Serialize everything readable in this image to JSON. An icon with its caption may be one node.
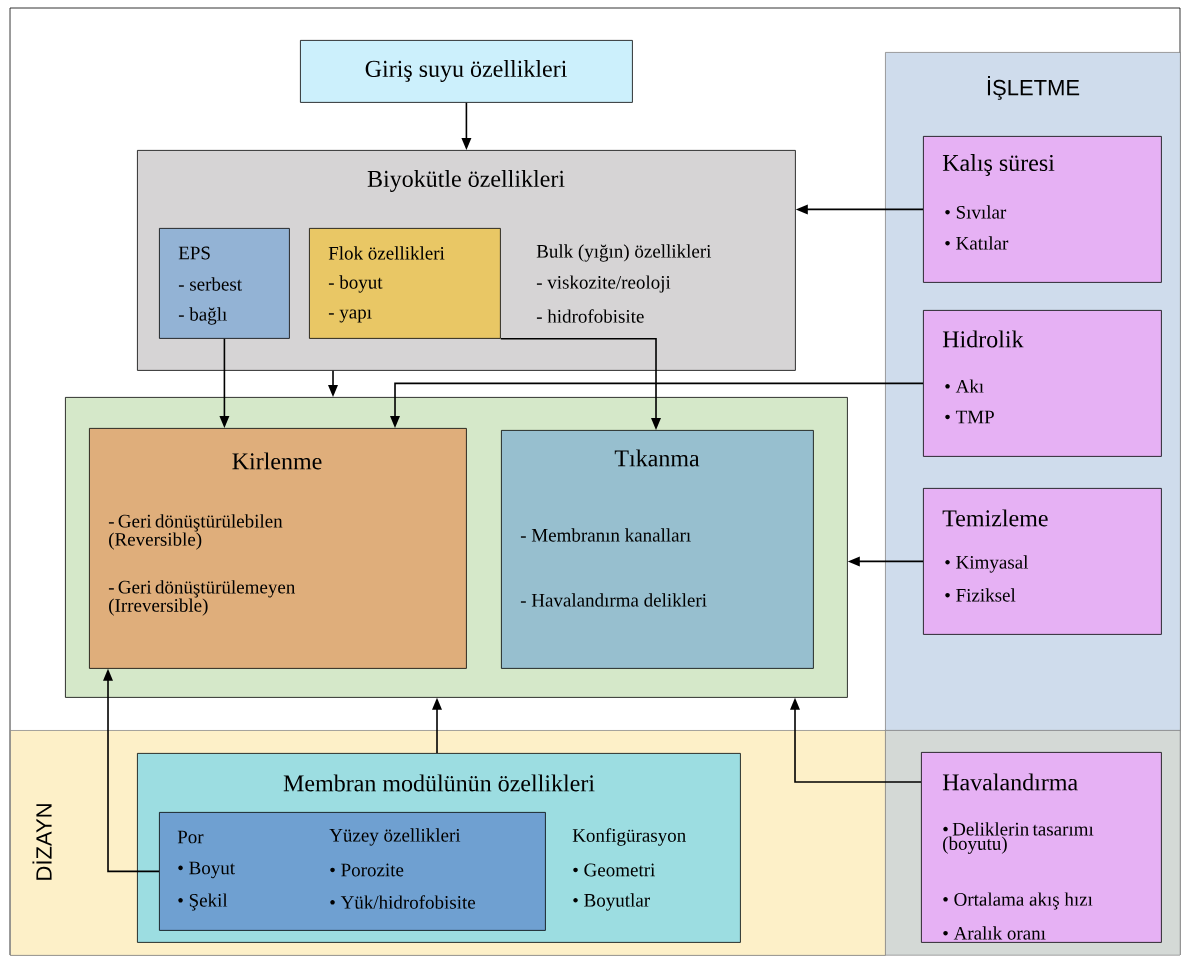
{
  "diagram": {
    "nodes": [
      {
        "text": [
          "Giriş suyu özellikleri"
        ]
      },
      {
        "text": [
          "Biyokütle özellikleri",
          "Bulk (yığın) özellikleri",
          "- viskozite/reoloji",
          "- hidrofobisite"
        ]
      },
      {
        "text": [
          "EPS",
          "- serbest",
          "- bağlı"
        ],
        "in": 1
      },
      {
        "text": [
          "Flok özellikleri",
          "- boyut",
          "- yapı"
        ],
        "in": 1
      },
      {
        "text": [],
        "shape": "box"
      },
      {
        "text": [
          "Kirlenme",
          "- Geri dönüştürülebilen (Reversible)",
          "- Geri dönüştürülemeyen (Irreversible)"
        ],
        "in": 4
      },
      {
        "text": [
          "Tıkanma",
          "- Membranın kanalları",
          "- Havalandırma delikleri"
        ],
        "in": 4
      },
      {
        "text": [
          "İŞLETME"
        ]
      },
      {
        "text": [
          "Kalış süresi",
          "• Sıvılar",
          "• Katılar"
        ],
        "in": 7
      },
      {
        "text": [
          "Hidrolik",
          "• Akı",
          "• TMP"
        ],
        "in": 7
      },
      {
        "text": [
          "Temizleme",
          "• Kimyasal",
          "• Fiziksel"
        ],
        "in": 7
      },
      {
        "text": [
          "DİZAYN"
        ]
      },
      {
        "text": [
          "Membran modülünün özellikleri",
          "Konfigürasyon",
          "• Geometri",
          "• Boyutlar"
        ],
        "in": 11
      },
      {
        "text": [
          "Por",
          "• Boyut",
          "• Şekil",
          "Yüzey özellikleri",
          "• Porozite",
          "• Yük/hidrofobisite"
        ],
        "in": 12
      },
      {
        "text": [
          "Havalandırma",
          "• Deliklerin tasarımı (boyutu)",
          "• Ortalama akış hızı",
          "• Aralık oranı"
        ]
      }
    ],
    "edges": [
      {
        "from": 0,
        "to": 1,
        "arrow": "to"
      },
      {
        "from": 8,
        "to": 1,
        "arrow": "to"
      },
      {
        "from": 2,
        "to": 5,
        "arrow": "to"
      },
      {
        "from": 1,
        "to": 4,
        "arrow": "to"
      },
      {
        "from": 3,
        "to": 6,
        "arrow": "to"
      },
      {
        "from": 9,
        "to": 5,
        "arrow": "to"
      },
      {
        "from": 10,
        "to": 4,
        "arrow": "to"
      },
      {
        "from": 12,
        "to": 4,
        "arrow": "to"
      },
      {
        "from": 13,
        "to": 5,
        "arrow": "to"
      },
      {
        "from": 14,
        "to": 4,
        "arrow": "to"
      }
    ]
  }
}
